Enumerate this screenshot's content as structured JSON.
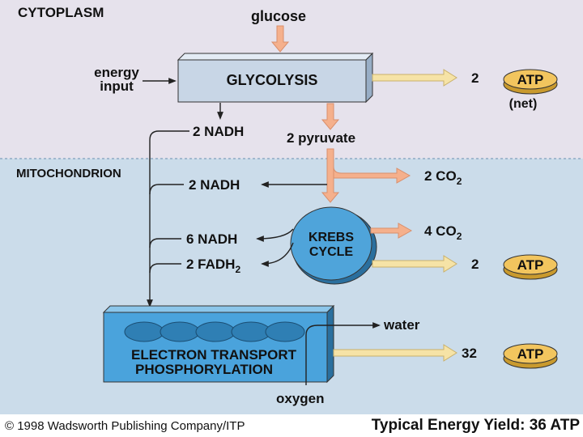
{
  "regions": {
    "cytoplasm": "CYTOPLASM",
    "mitochondrion": "MITOCHONDRION"
  },
  "inputs": {
    "glucose": "glucose",
    "energy_input_line1": "energy",
    "energy_input_line2": "input",
    "water": "water",
    "oxygen": "oxygen"
  },
  "stages": {
    "glycolysis": "GLYCOLYSIS",
    "krebs_line1": "KREBS",
    "krebs_line2": "CYCLE",
    "etp_line1": "ELECTRON TRANSPORT",
    "etp_line2": "PHOSPHORYLATION"
  },
  "products": {
    "glycolysis_nadh": "2 NADH",
    "pyruvate": "2 pyruvate",
    "transition_nadh": "2 NADH",
    "transition_co2_num": "2 CO",
    "transition_co2_sub": "2",
    "krebs_nadh": "6 NADH",
    "krebs_fadh": "2 FADH",
    "krebs_fadh_sub": "2",
    "krebs_co2_num": "4 CO",
    "krebs_co2_sub": "2"
  },
  "atp_yields": {
    "glycolysis_count": "2",
    "glycolysis_note": "(net)",
    "krebs_count": "2",
    "etp_count": "32",
    "atp_label": "ATP"
  },
  "footer": {
    "copyright": "© 1998 Wadsworth Publishing Company/ITP",
    "typical_yield": "Typical Energy Yield:  36 ATP"
  },
  "colors": {
    "cytoplasm_bg": "#e6e2ec",
    "mitochondrion_bg": "#cbdcea",
    "box_face": "#c8d6e6",
    "etp_face": "#4aa3dc",
    "krebs_fill": "#4fa4da",
    "atp_fill": "#f2c55e",
    "arrow_orange": "#f5b08c",
    "arrow_yellow": "#f6e3a6"
  }
}
